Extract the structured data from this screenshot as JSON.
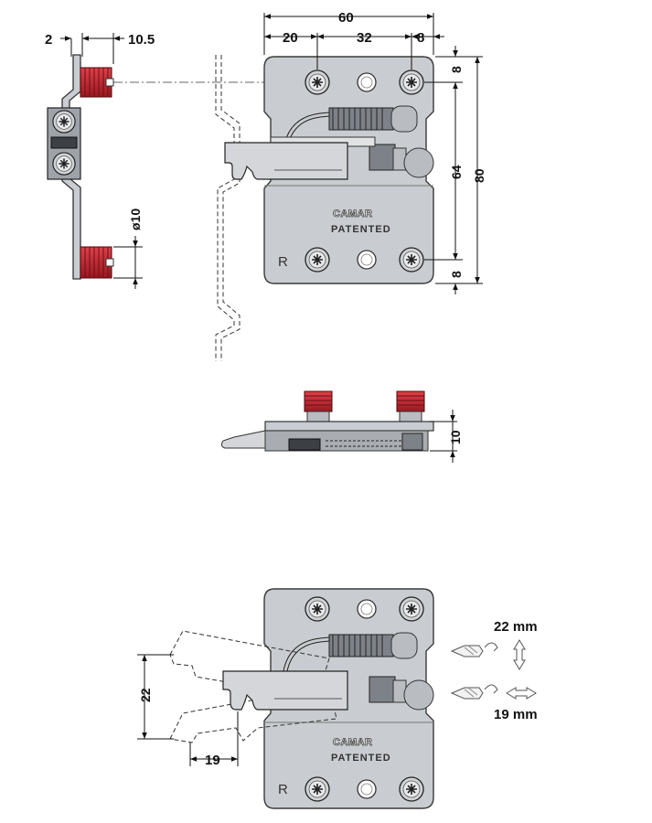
{
  "side_view": {
    "dim_offset": "2",
    "dim_depth": "10.5",
    "dim_diameter": "ø10"
  },
  "front_view": {
    "dim_total_width": "60",
    "dim_left": "20",
    "dim_spacing": "32",
    "dim_right": "8",
    "dim_top": "8",
    "dim_inner": "64",
    "dim_total_height": "80",
    "dim_bottom": "8",
    "brand": "CAMAR",
    "patent": "PATENTED",
    "side_mark": "R"
  },
  "top_view": {
    "dim_thickness": "10"
  },
  "adjust_view": {
    "brand": "CAMAR",
    "patent": "PATENTED",
    "side_mark": "R",
    "dim_vertical": "22",
    "dim_horizontal": "19",
    "vertical_adjust": "22 mm",
    "horizontal_adjust": "19 mm"
  }
}
